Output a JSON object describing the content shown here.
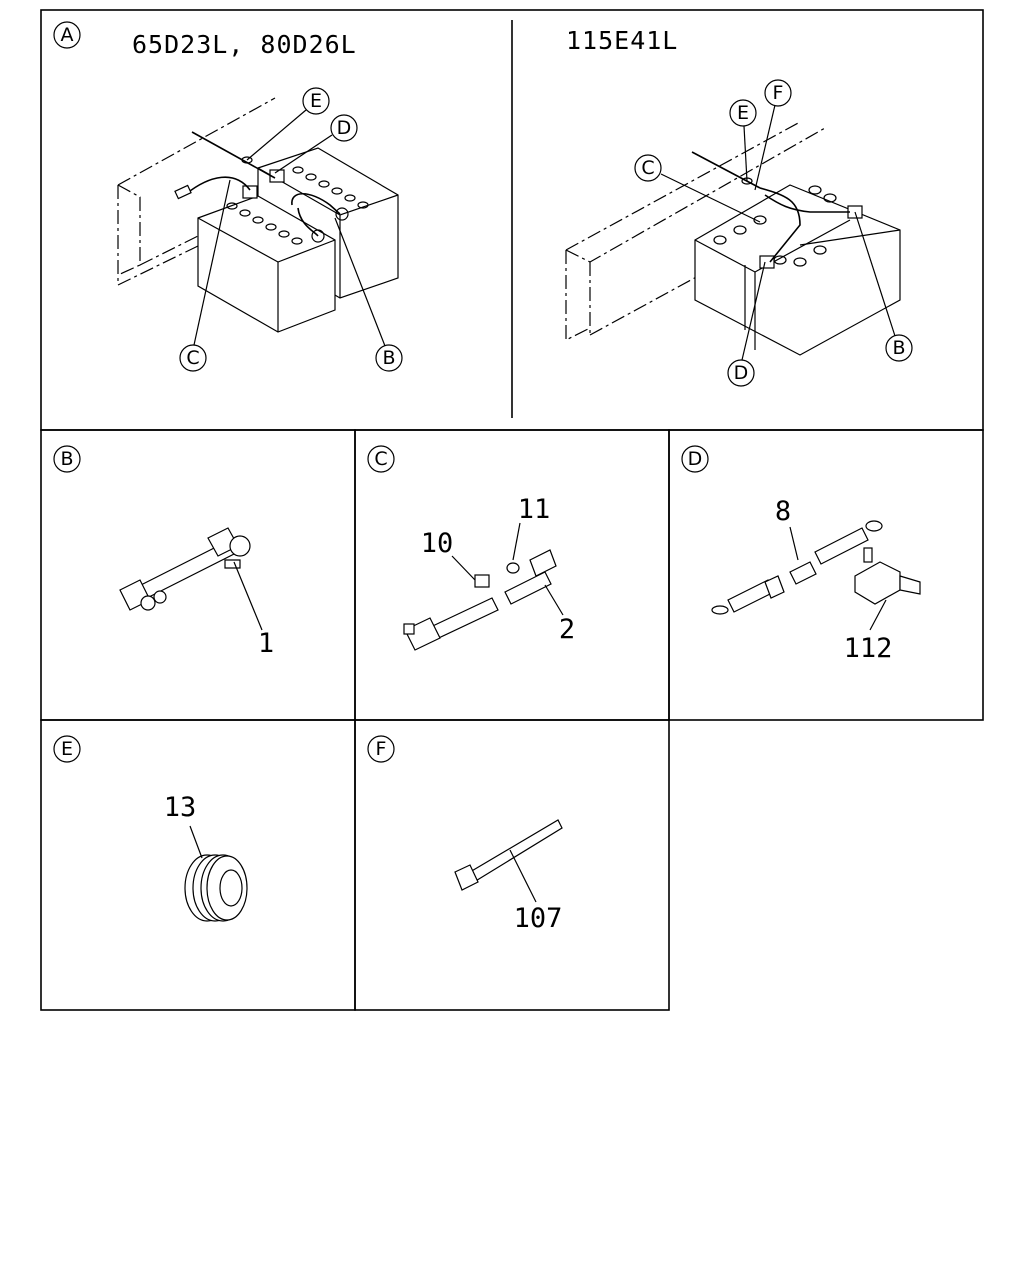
{
  "panels": {
    "a": {
      "marker": "A",
      "left_title": "65D23L, 80D26L",
      "right_title": "115E41L",
      "left_callouts": [
        "E",
        "D",
        "C",
        "B"
      ],
      "right_callouts": [
        "E",
        "F",
        "C",
        "B",
        "D"
      ]
    },
    "b": {
      "marker": "B",
      "parts": [
        "1"
      ]
    },
    "c": {
      "marker": "C",
      "parts": [
        "10",
        "11",
        "2"
      ]
    },
    "d": {
      "marker": "D",
      "parts": [
        "8",
        "112"
      ]
    },
    "e": {
      "marker": "E",
      "parts": [
        "13"
      ]
    },
    "f": {
      "marker": "F",
      "parts": [
        "107"
      ]
    }
  }
}
